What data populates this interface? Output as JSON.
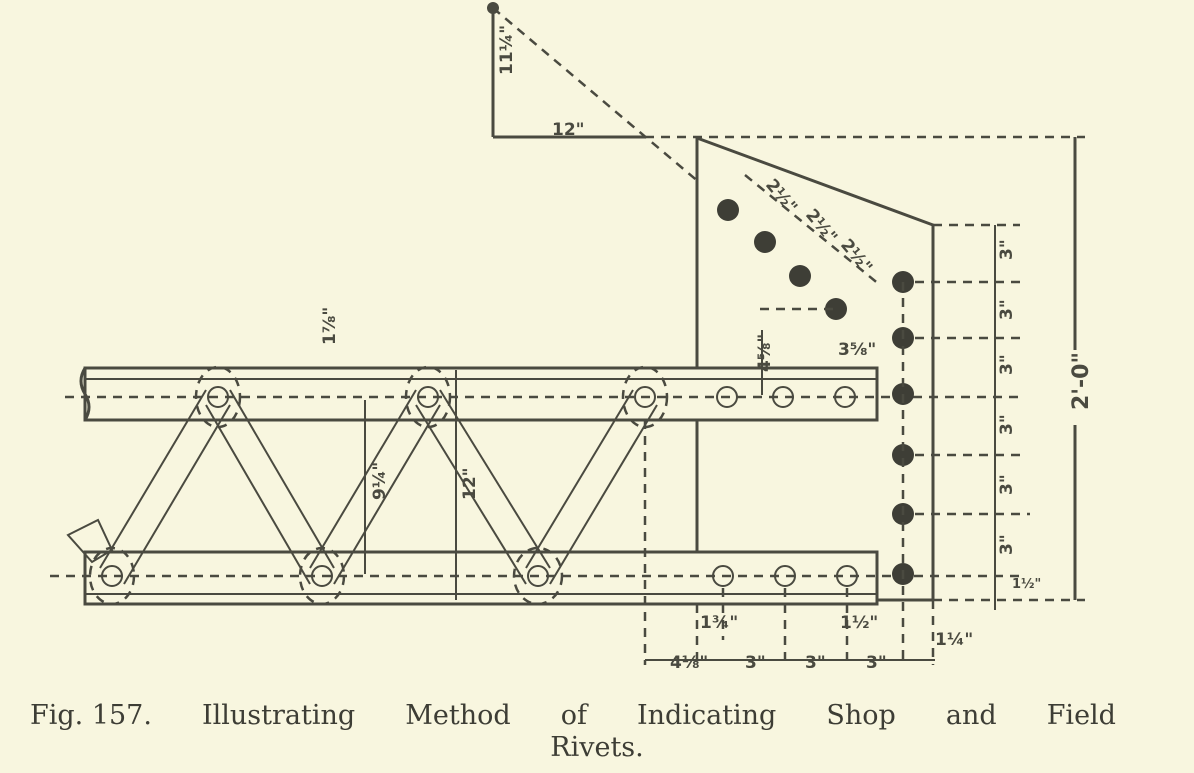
{
  "figure": {
    "number": "Fig. 157.",
    "caption_words": [
      "Illustrating",
      "Method",
      "of",
      "Indicating",
      "Shop",
      "and",
      "Field"
    ],
    "caption_line2": "Rivets."
  },
  "dimensions": {
    "rise": "11¼\"",
    "run": "12\"",
    "diag1": "2½\"",
    "diag2": "2½\"",
    "diag3": "2½\"",
    "edge_top": "4⅝\"",
    "edge_side": "3⅝\"",
    "chord_gap": "1⅞\"",
    "lacing_depth": "9¼\"",
    "chord_depth": "12\"",
    "right_pitches": [
      "3\"",
      "3\"",
      "3\"",
      "3\"",
      "3\"",
      "3\""
    ],
    "bottom_edge": "1½\"",
    "overall_height": "2'-0\"",
    "hole_edge_a": "1¾\"",
    "hole_edge_b": "1½\"",
    "plate_edge": "1¼\"",
    "bottom_pitches": [
      "4⅛\"",
      "3\"",
      "3\"",
      "3\""
    ]
  },
  "colors": {
    "ink": "#4a4a40",
    "paper": "#f8f6df"
  }
}
